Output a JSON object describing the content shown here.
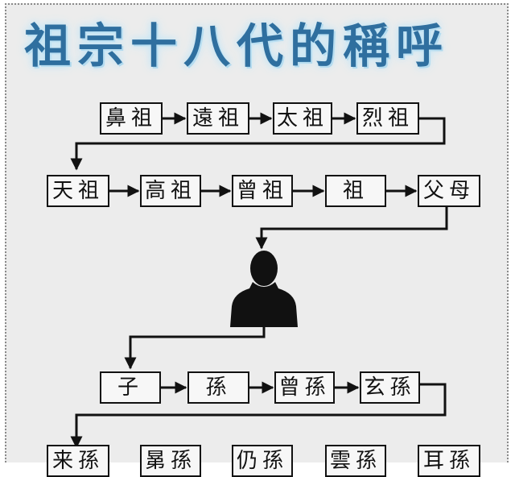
{
  "title": "祖宗十八代的稱呼",
  "ancestors_row1": [
    "鼻祖",
    "遠祖",
    "太祖",
    "烈祖"
  ],
  "ancestors_row2": [
    "天祖",
    "高祖",
    "曾祖",
    "祖",
    "父母"
  ],
  "descendants_row1": [
    "子",
    "孫",
    "曾孫",
    "玄孫"
  ],
  "descendants_row2": [
    "来孫",
    "晜孫",
    "仍孫",
    "雲孫",
    "耳孫"
  ],
  "colors": {
    "title": "#2f6f9f",
    "line": "#111111",
    "box_bg": "#f7f7f7",
    "panel_bg": "#ececec"
  },
  "icons": {
    "self": "person-silhouette-icon"
  }
}
